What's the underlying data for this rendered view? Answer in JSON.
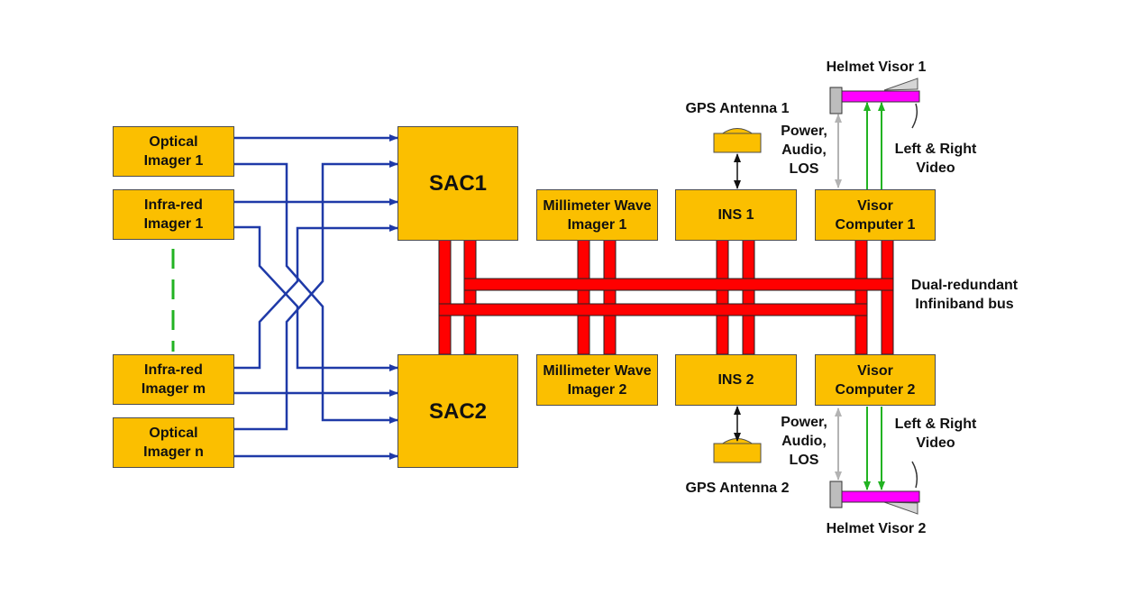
{
  "imagers": {
    "optical_1": [
      "Optical",
      "Imager 1"
    ],
    "infrared_1": [
      "Infra-red",
      "Imager 1"
    ],
    "infrared_m": [
      "Infra-red",
      "Imager m"
    ],
    "optical_n": [
      "Optical",
      "Imager n"
    ]
  },
  "sac": {
    "sac1": "SAC1",
    "sac2": "SAC2"
  },
  "mmw": {
    "imager_1": [
      "Millimeter Wave",
      "Imager 1"
    ],
    "imager_2": [
      "Millimeter Wave",
      "Imager 2"
    ]
  },
  "ins": {
    "ins1": "INS 1",
    "ins2": "INS 2"
  },
  "visor": {
    "computer_1": [
      "Visor",
      "Computer 1"
    ],
    "computer_2": [
      "Visor",
      "Computer 2"
    ],
    "helmet_1": "Helmet Visor 1",
    "helmet_2": "Helmet Visor 2"
  },
  "gps": {
    "antenna_1": "GPS Antenna 1",
    "antenna_2": "GPS Antenna 2"
  },
  "labels": {
    "power_audio_los": [
      "Power,",
      "Audio,",
      "LOS"
    ],
    "left_right_video": [
      "Left & Right",
      "Video"
    ],
    "bus": [
      "Dual-redundant",
      "Infiniband bus"
    ]
  },
  "colors": {
    "box_fill": "#fbbf00",
    "bus_red": "#ff0000",
    "signal_blue": "#1f3aa8",
    "video_green": "#22b322",
    "power_gray": "#b3b3b3",
    "visor_magenta": "#ff00ff",
    "dashed_green": "#22b322"
  }
}
